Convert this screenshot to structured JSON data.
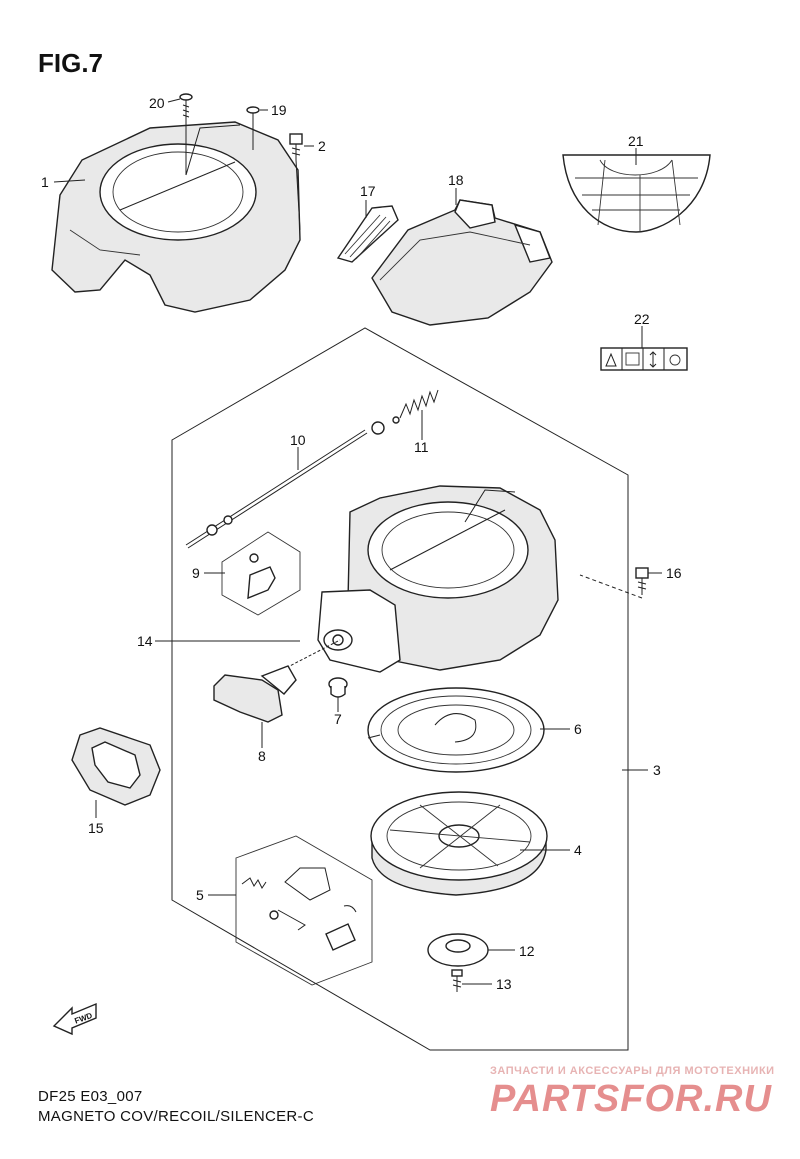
{
  "figure": {
    "title": "FIG.7",
    "model_code": "DF25  E03_007",
    "caption": "MAGNETO COV/RECOIL/SILENCER-C"
  },
  "callouts": [
    "1",
    "2",
    "3",
    "4",
    "5",
    "6",
    "7",
    "8",
    "9",
    "10",
    "11",
    "12",
    "13",
    "14",
    "15",
    "16",
    "17",
    "18",
    "19",
    "20",
    "21",
    "22"
  ],
  "fwd_label": "FWD",
  "watermark": {
    "line1": "ЗАПЧАСТИ И АКСЕССУАРЫ ДЛЯ МОТОТЕХНИКИ",
    "line2": "PARTSFOR.RU"
  },
  "colors": {
    "ink": "#222222",
    "watermark": "#e58e8e"
  }
}
